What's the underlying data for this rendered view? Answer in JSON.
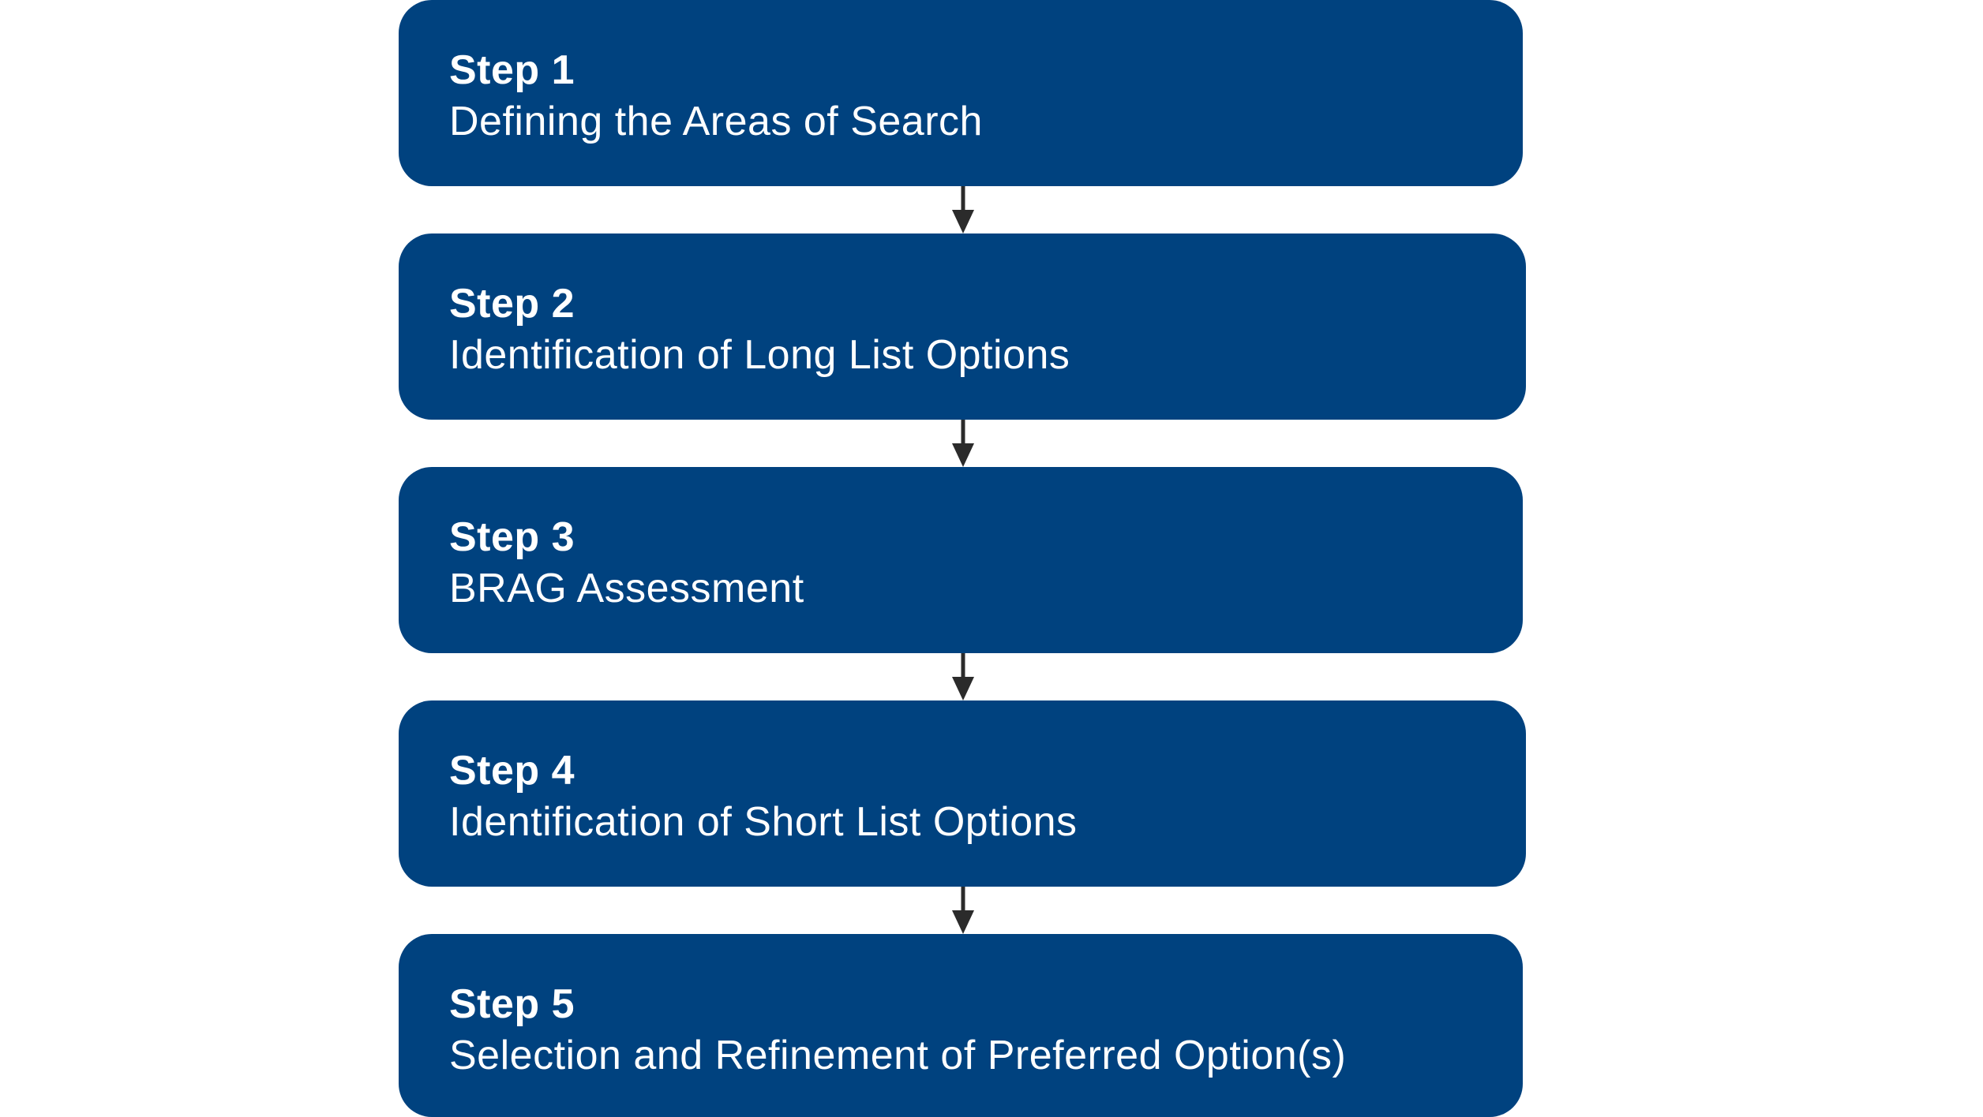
{
  "colors": {
    "box_fill": "#00427f",
    "box_text": "#ffffff",
    "arrow": "#2b2b2b"
  },
  "steps": [
    {
      "title": "Step 1",
      "description": "Defining the Areas of Search"
    },
    {
      "title": "Step 2",
      "description": "Identification of Long List Options"
    },
    {
      "title": "Step 3",
      "description": "BRAG Assessment"
    },
    {
      "title": "Step 4",
      "description": "Identification of Short List Options"
    },
    {
      "title": "Step 5",
      "description": "Selection and Refinement of Preferred Option(s)"
    }
  ]
}
